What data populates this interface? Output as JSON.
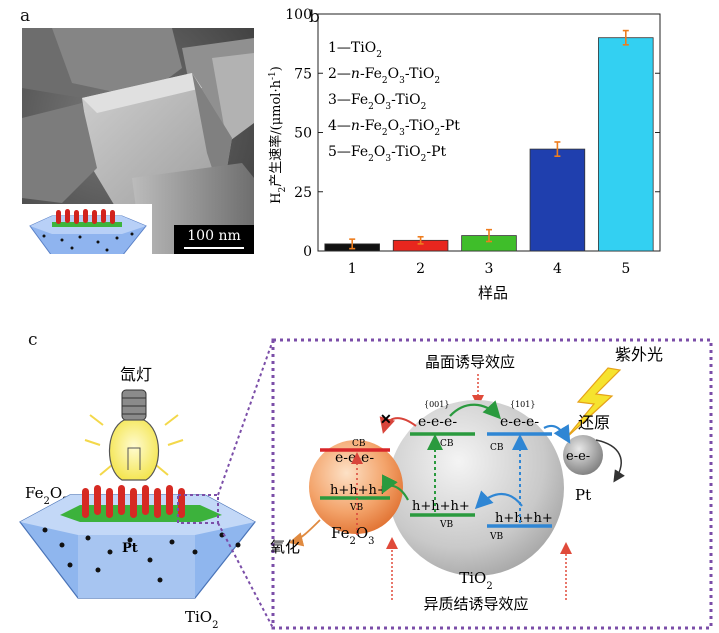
{
  "panel_labels": {
    "a": "a",
    "b": "b",
    "c": "c"
  },
  "sem": {
    "scale_label": "100 nm"
  },
  "chart_data": {
    "type": "bar",
    "categories": [
      "1",
      "2",
      "3",
      "4",
      "5"
    ],
    "values": [
      3,
      4.5,
      6.5,
      43,
      90
    ],
    "errors": [
      2,
      1.5,
      2.5,
      3,
      3
    ],
    "colors": [
      "#111111",
      "#e8261e",
      "#3fbe2a",
      "#1f3fae",
      "#33d0f2"
    ],
    "ylabel": "H2产生速率/(μmol·h-1)",
    "xlabel": "样品",
    "ylim": [
      0,
      100
    ],
    "yticks": [
      0,
      25,
      50,
      75,
      100
    ],
    "error_color": "#ee7d1e",
    "legend": [
      {
        "num": "1",
        "text": "TiO2"
      },
      {
        "num": "2",
        "text": "n-Fe2O3-TiO2"
      },
      {
        "num": "3",
        "text": "Fe2O3-TiO2"
      },
      {
        "num": "4",
        "text": "n-Fe2O3-TiO2-Pt"
      },
      {
        "num": "5",
        "text": "Fe2O3-TiO2-Pt"
      }
    ]
  },
  "scheme": {
    "lamp": "氙灯",
    "fe2o3_left": "Fe2O3",
    "pt_left": "Pt",
    "tio2_left": "TiO2",
    "facet": "晶面诱导效应",
    "uv": "紫外光",
    "reduction": "还原",
    "oxidation": "氧化",
    "fe2o3": "Fe2O3",
    "tio2": "TiO2",
    "pt": "Pt",
    "heterojunction": "异质结诱导效应",
    "cb": "CB",
    "vb": "VB",
    "facet_001": "{001}",
    "facet_101": "{101}",
    "electrons": "e-e-e-",
    "electrons_pt": "e-e-",
    "holes": "h+h+h+"
  }
}
